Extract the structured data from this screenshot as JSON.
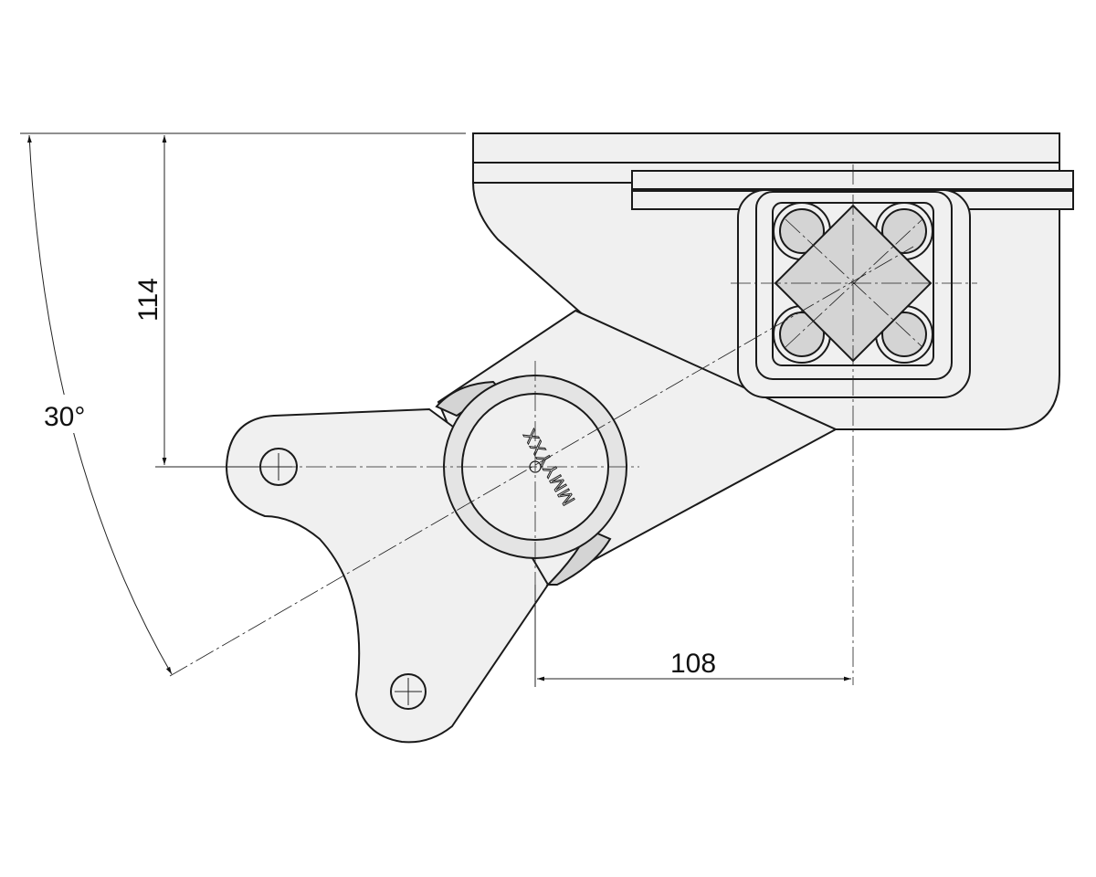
{
  "dimensions": {
    "height": "114",
    "angle": "30°",
    "offset": "108"
  },
  "stamp": "MMYYXX"
}
